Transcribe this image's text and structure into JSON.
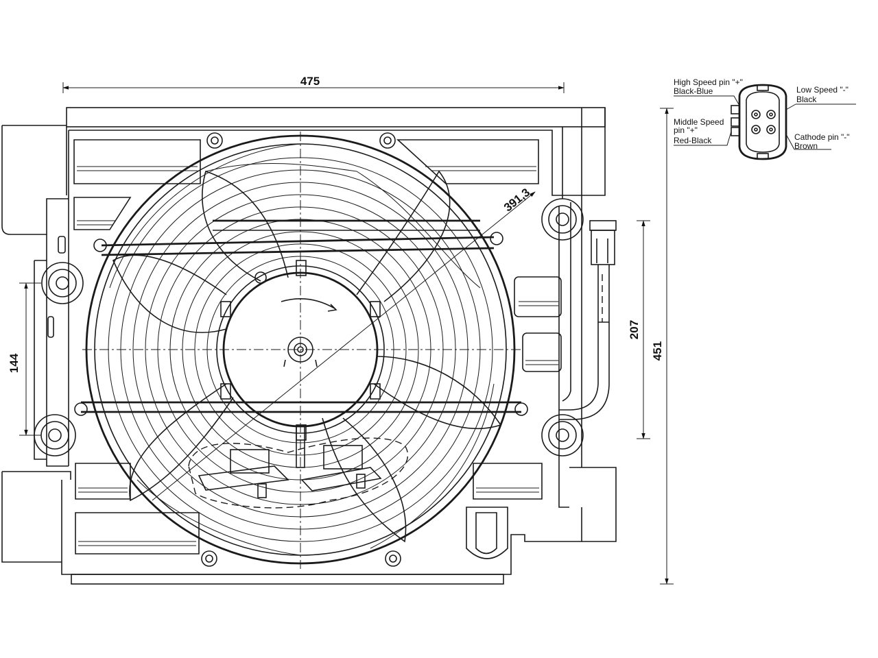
{
  "dimensions": {
    "overall_width": "475",
    "fan_diameter": "391,3",
    "mount_spacing": "144",
    "bracket_spacing": "207",
    "overall_height": "451"
  },
  "connector": {
    "high_speed_pin": "High Speed pin \"+\"",
    "high_speed_wire": "Black-Blue",
    "low_speed_pin": "Low Speed \"-\"",
    "low_speed_wire": "Black",
    "middle_speed_pin_1": "Middle Speed",
    "middle_speed_pin_2": "pin \"+\"",
    "middle_speed_wire": "Red-Black",
    "cathode_pin": "Cathode pin \"-\"",
    "cathode_wire": "Brown"
  },
  "colors": {
    "line": "#1a1a1a",
    "background": "#ffffff"
  }
}
